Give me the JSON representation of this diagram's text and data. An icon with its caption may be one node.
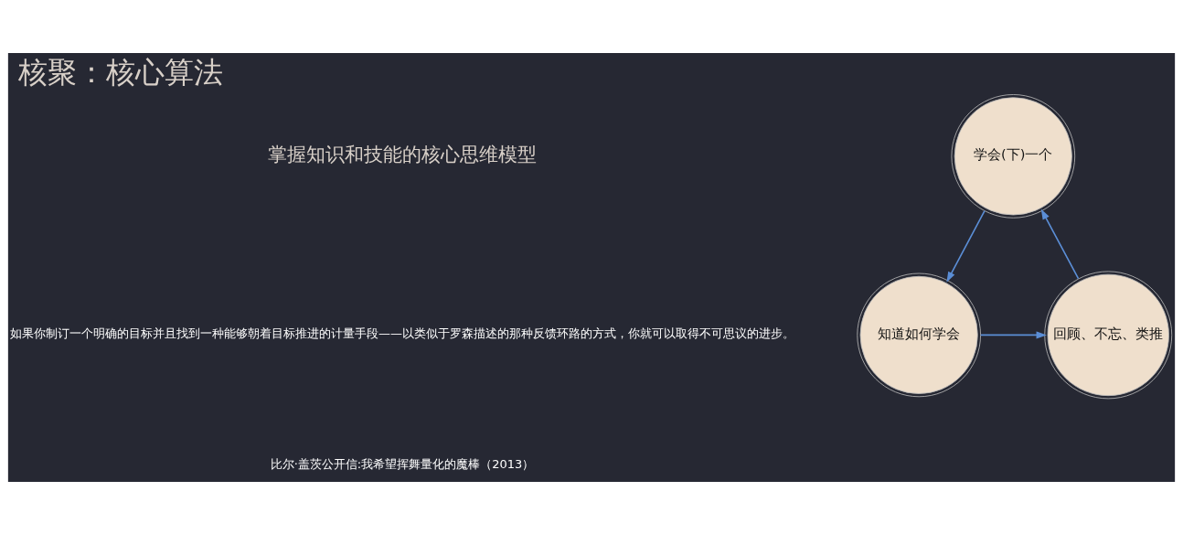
{
  "diagram": {
    "title": "核聚：核心算法",
    "nodes": [
      {
        "text": [
          "学会(下)一个"
        ]
      },
      {
        "text": [
          "知道如何学会"
        ]
      },
      {
        "text": [
          "回顾、不忘、类推"
        ]
      }
    ],
    "edges": [
      {
        "from": 0,
        "to": 1,
        "arrow": "to"
      },
      {
        "from": 1,
        "to": 2,
        "arrow": "to"
      },
      {
        "from": 2,
        "to": 0,
        "arrow": "to"
      }
    ],
    "labels": [
      "掌握知识和技能的核心思维模型",
      "如果你制订一个明确的目标并且找到一种能够朝着目标推进的计量手段——以类似于罗森描述的那种反馈环路的方式，你就可以取得不可思议的进步。",
      "比尔·盖茨公开信:我希望挥舞量化的魔棒（2013）"
    ]
  }
}
